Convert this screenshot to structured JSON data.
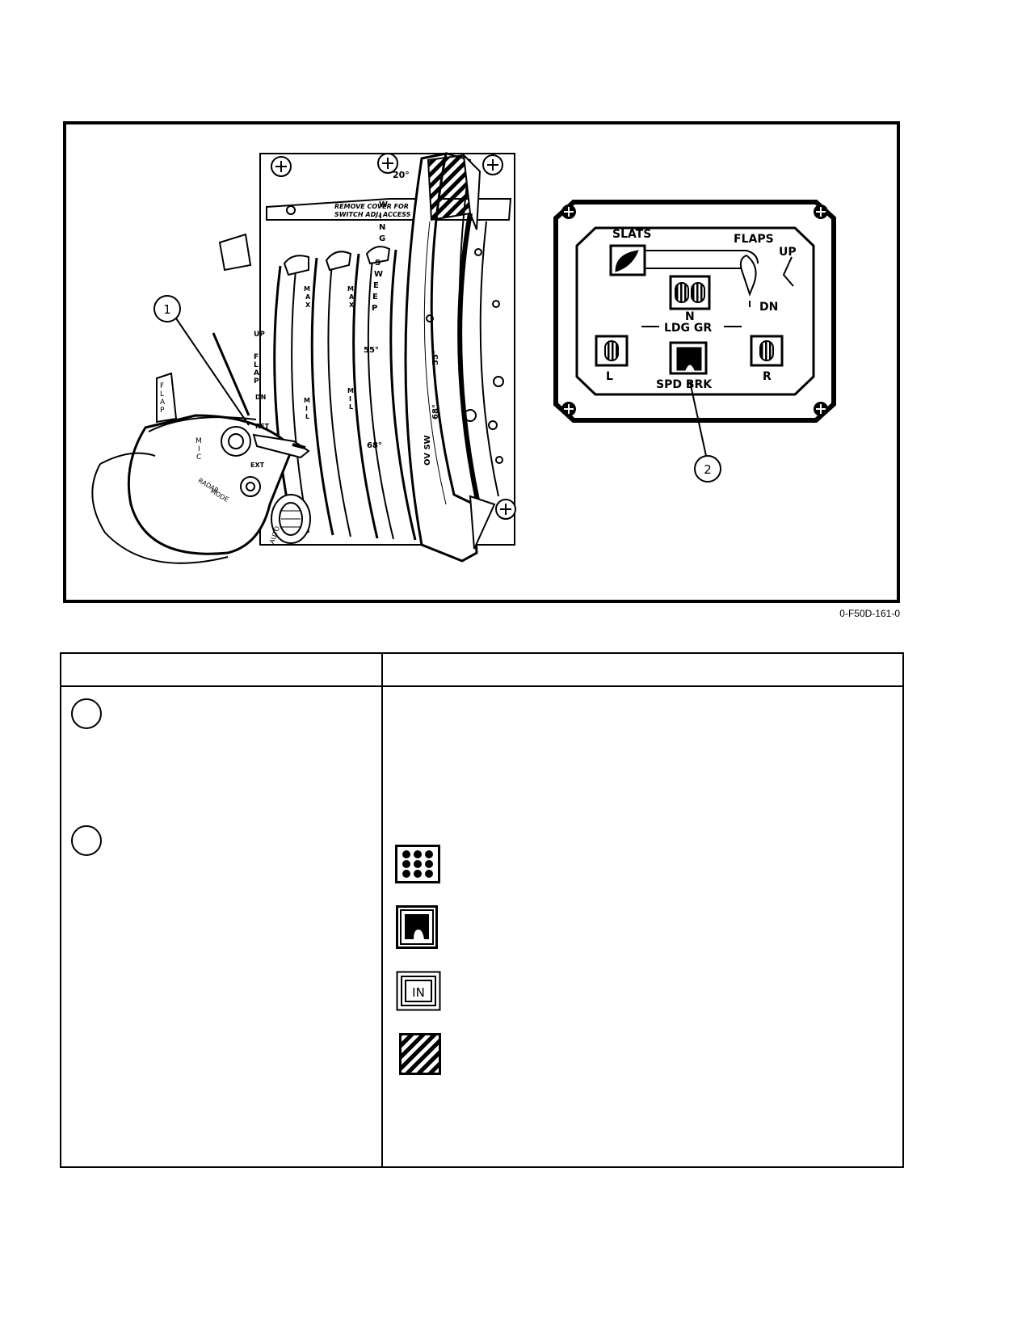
{
  "figure": {
    "id_label": "0-F50D-161-0",
    "throttle_panel": {
      "placard": [
        "REMOVE COVER FOR",
        "SWITCH ADJ. ACCESS"
      ],
      "scale_wing_sweep": [
        "W",
        "I",
        "N",
        "G",
        "S",
        "W",
        "E",
        "E",
        "P"
      ],
      "angle_20": "20°",
      "angle_55_left": "55°",
      "angle_55_right": "55°",
      "angle_68_left": "68°",
      "angle_68_right": "68°",
      "ov_sw": "OV SW",
      "max_label": [
        "M",
        "A",
        "X"
      ],
      "mil_label": [
        "M",
        "I",
        "L"
      ],
      "flap_label": [
        "F",
        "L",
        "A",
        "P"
      ],
      "dn_label": "DN",
      "up_label": "UP",
      "ret_label": "RET",
      "ext_label": "EXT",
      "mic_label": [
        "M",
        "I",
        "C"
      ],
      "radar_label": "RADAR",
      "mode_label": "MODE",
      "auto_label": "AUTO"
    },
    "indicator_panel": {
      "slats": "SLATS",
      "flaps": "FLAPS",
      "up": "UP",
      "dn": "DN",
      "n": "N",
      "ldg_gr": "LDG GR",
      "l": "L",
      "r": "R",
      "spd_brk": "SPD BRK"
    },
    "callouts": [
      "1",
      "2"
    ]
  },
  "legend": {
    "header": {
      "left": "",
      "right": ""
    },
    "rows": [
      {
        "callout": "",
        "description": ""
      },
      {
        "callout": "",
        "description": ""
      }
    ],
    "symbols": [
      {
        "name": "dots-grid-icon"
      },
      {
        "name": "speed-brake-partial-icon"
      },
      {
        "name": "in-indicator-icon",
        "text": "IN"
      },
      {
        "name": "barber-pole-icon"
      }
    ]
  }
}
